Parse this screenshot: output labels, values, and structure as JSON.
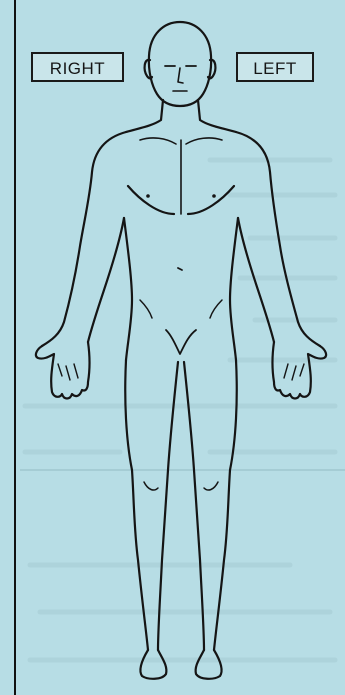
{
  "labels": {
    "right": "RIGHT",
    "left": "LEFT"
  },
  "figure": {
    "view": "anterior",
    "icon": "human-body-front-outline",
    "line_color": "#151515"
  },
  "colors": {
    "background": "#b7dde5",
    "label_fill": "#c9e5ea",
    "outline": "#151515"
  }
}
